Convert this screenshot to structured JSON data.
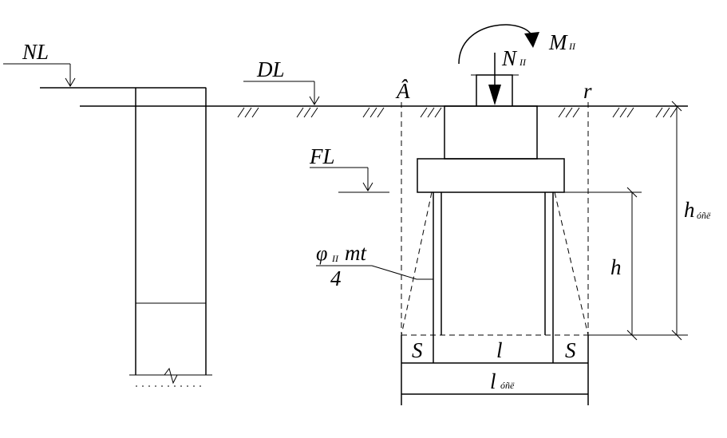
{
  "labels": {
    "nl": "NL",
    "dl": "DL",
    "fl": "FL",
    "b_mark": "Â",
    "r_mark": "r",
    "n_force": "N",
    "n_sub": "II",
    "m_moment": "M",
    "m_sub": "II",
    "h": "h",
    "h_total": "h",
    "h_total_sub": "óñë",
    "phi_symbol": "φ",
    "phi_sub": "II",
    "phi_rest": "mt",
    "phi_denominator": "4",
    "s_left": "S",
    "l_mid": "l",
    "s_right": "S",
    "l_total": "l",
    "l_total_sub": "óñë"
  },
  "colors": {
    "ink": "#000000",
    "background": "#ffffff"
  }
}
